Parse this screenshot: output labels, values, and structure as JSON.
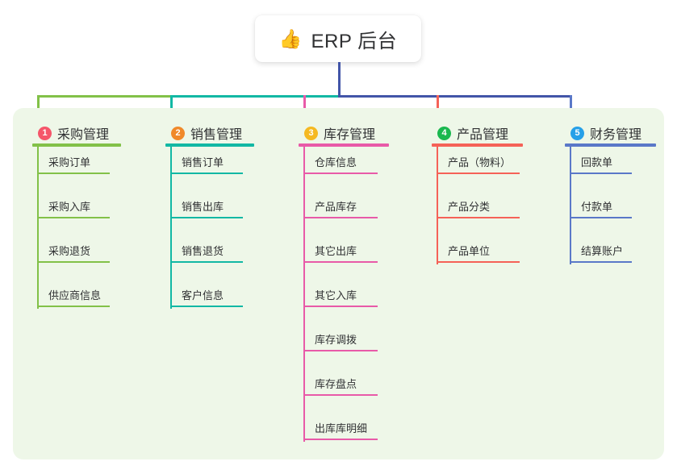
{
  "root": {
    "icon": "thumbs-up-icon",
    "icon_glyph": "👍",
    "title": "ERP 后台",
    "connector_color": "#4255a8"
  },
  "panel": {
    "background": "#eef7e8"
  },
  "columns": [
    {
      "number": "1",
      "title": "采购管理",
      "badge_color": "#f5566a",
      "line_color": "#82c148",
      "trunk_color": "#82c148",
      "rule_width": 110,
      "leaf_rule_width": 90,
      "items": [
        "采购订单",
        "采购入库",
        "采购退货",
        "供应商信息"
      ]
    },
    {
      "number": "2",
      "title": "销售管理",
      "badge_color": "#f0892a",
      "line_color": "#12b8a4",
      "trunk_color": "#12b8a4",
      "rule_width": 110,
      "leaf_rule_width": 90,
      "items": [
        "销售订单",
        "销售出库",
        "销售退货",
        "客户信息"
      ]
    },
    {
      "number": "3",
      "title": "库存管理",
      "badge_color": "#f5b922",
      "line_color": "#e85aa8",
      "trunk_color": "#4255a8",
      "rule_width": 112,
      "leaf_rule_width": 92,
      "items": [
        "仓库信息",
        "产品库存",
        "其它出库",
        "其它入库",
        "库存调拨",
        "库存盘点",
        "出库库明细"
      ]
    },
    {
      "number": "4",
      "title": "产品管理",
      "badge_color": "#1ab84f",
      "line_color": "#f56257",
      "trunk_color": "#4255a8",
      "rule_width": 113,
      "leaf_rule_width": 103,
      "items": [
        "产品（物料）",
        "产品分类",
        "产品单位"
      ]
    },
    {
      "number": "5",
      "title": "财务管理",
      "badge_color": "#26a0e8",
      "line_color": "#5a78c8",
      "trunk_color": "#4255a8",
      "rule_width": 113,
      "leaf_rule_width": 77,
      "items": [
        "回款单",
        "付款单",
        "结算账户"
      ]
    }
  ]
}
